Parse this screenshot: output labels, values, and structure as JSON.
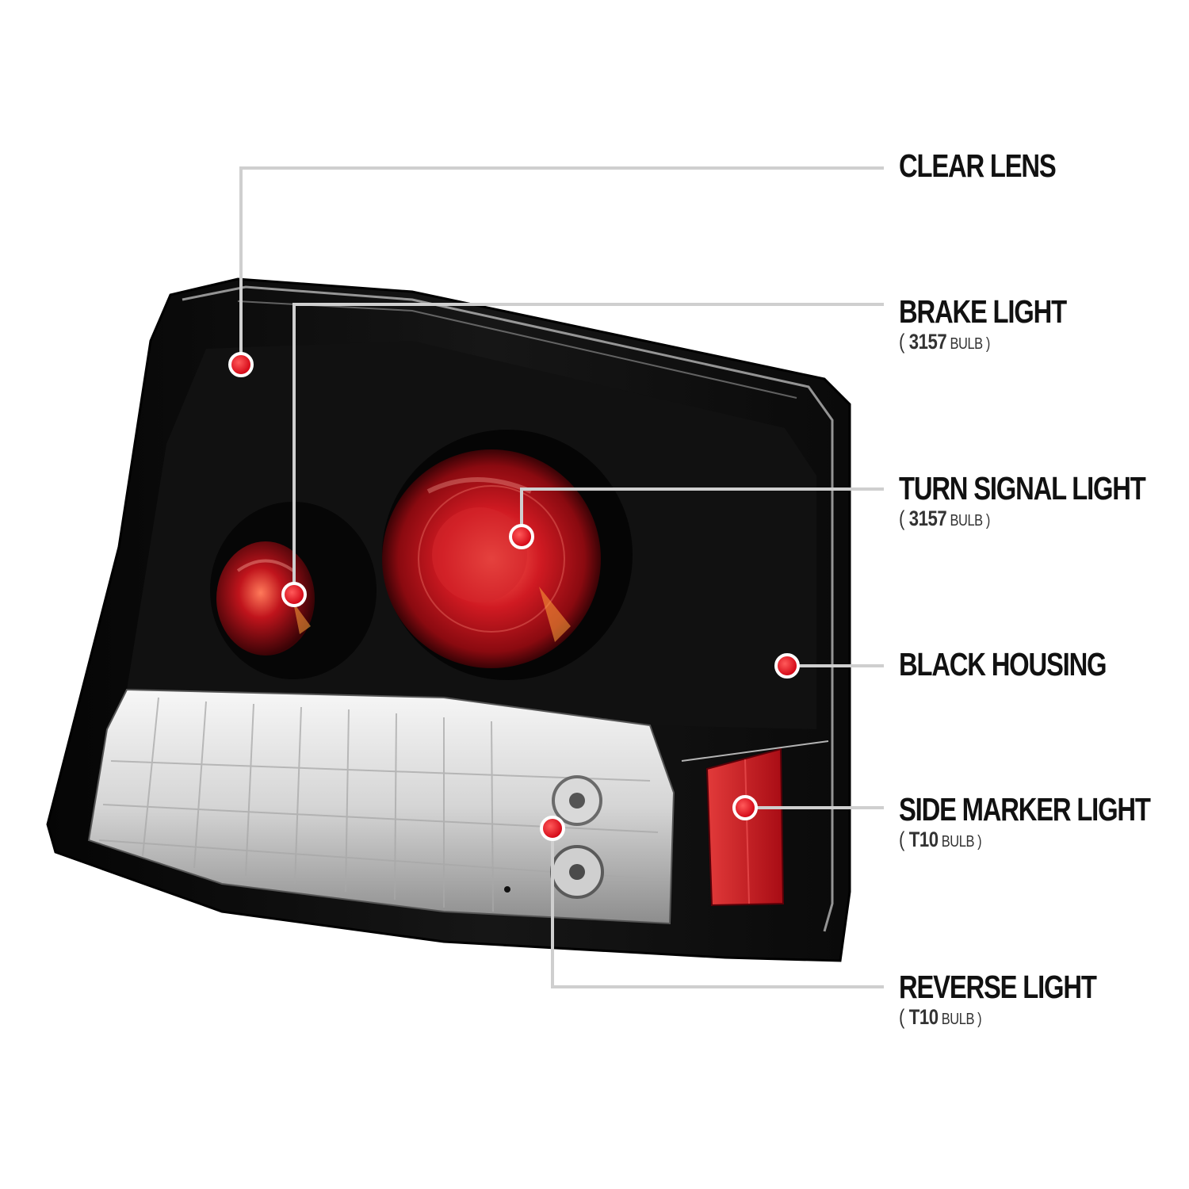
{
  "callouts": [
    {
      "id": "clear-lens",
      "name": "CLEAR LENS"
    },
    {
      "id": "brake-light",
      "name": "BRAKE LIGHT",
      "bulb_open": "( ",
      "bulb_code": "3157",
      "bulb_unit": " BULB )"
    },
    {
      "id": "turn-signal-light",
      "name": "TURN SIGNAL LIGHT",
      "bulb_open": "( ",
      "bulb_code": "3157",
      "bulb_unit": " BULB )"
    },
    {
      "id": "black-housing",
      "name": "BLACK HOUSING"
    },
    {
      "id": "side-marker-light",
      "name": "SIDE MARKER LIGHT",
      "bulb_open": "( ",
      "bulb_code": "T10",
      "bulb_unit": " BULB )"
    },
    {
      "id": "reverse-light",
      "name": "REVERSE LIGHT",
      "bulb_open": "( ",
      "bulb_code": "T10",
      "bulb_unit": " BULB )"
    }
  ],
  "colors": {
    "housing": "#0b0b0b",
    "lens_red": "#c8141f",
    "marker_dot": "#e0101c",
    "leader_line": "#cfcfcf",
    "label_text": "#111111"
  }
}
